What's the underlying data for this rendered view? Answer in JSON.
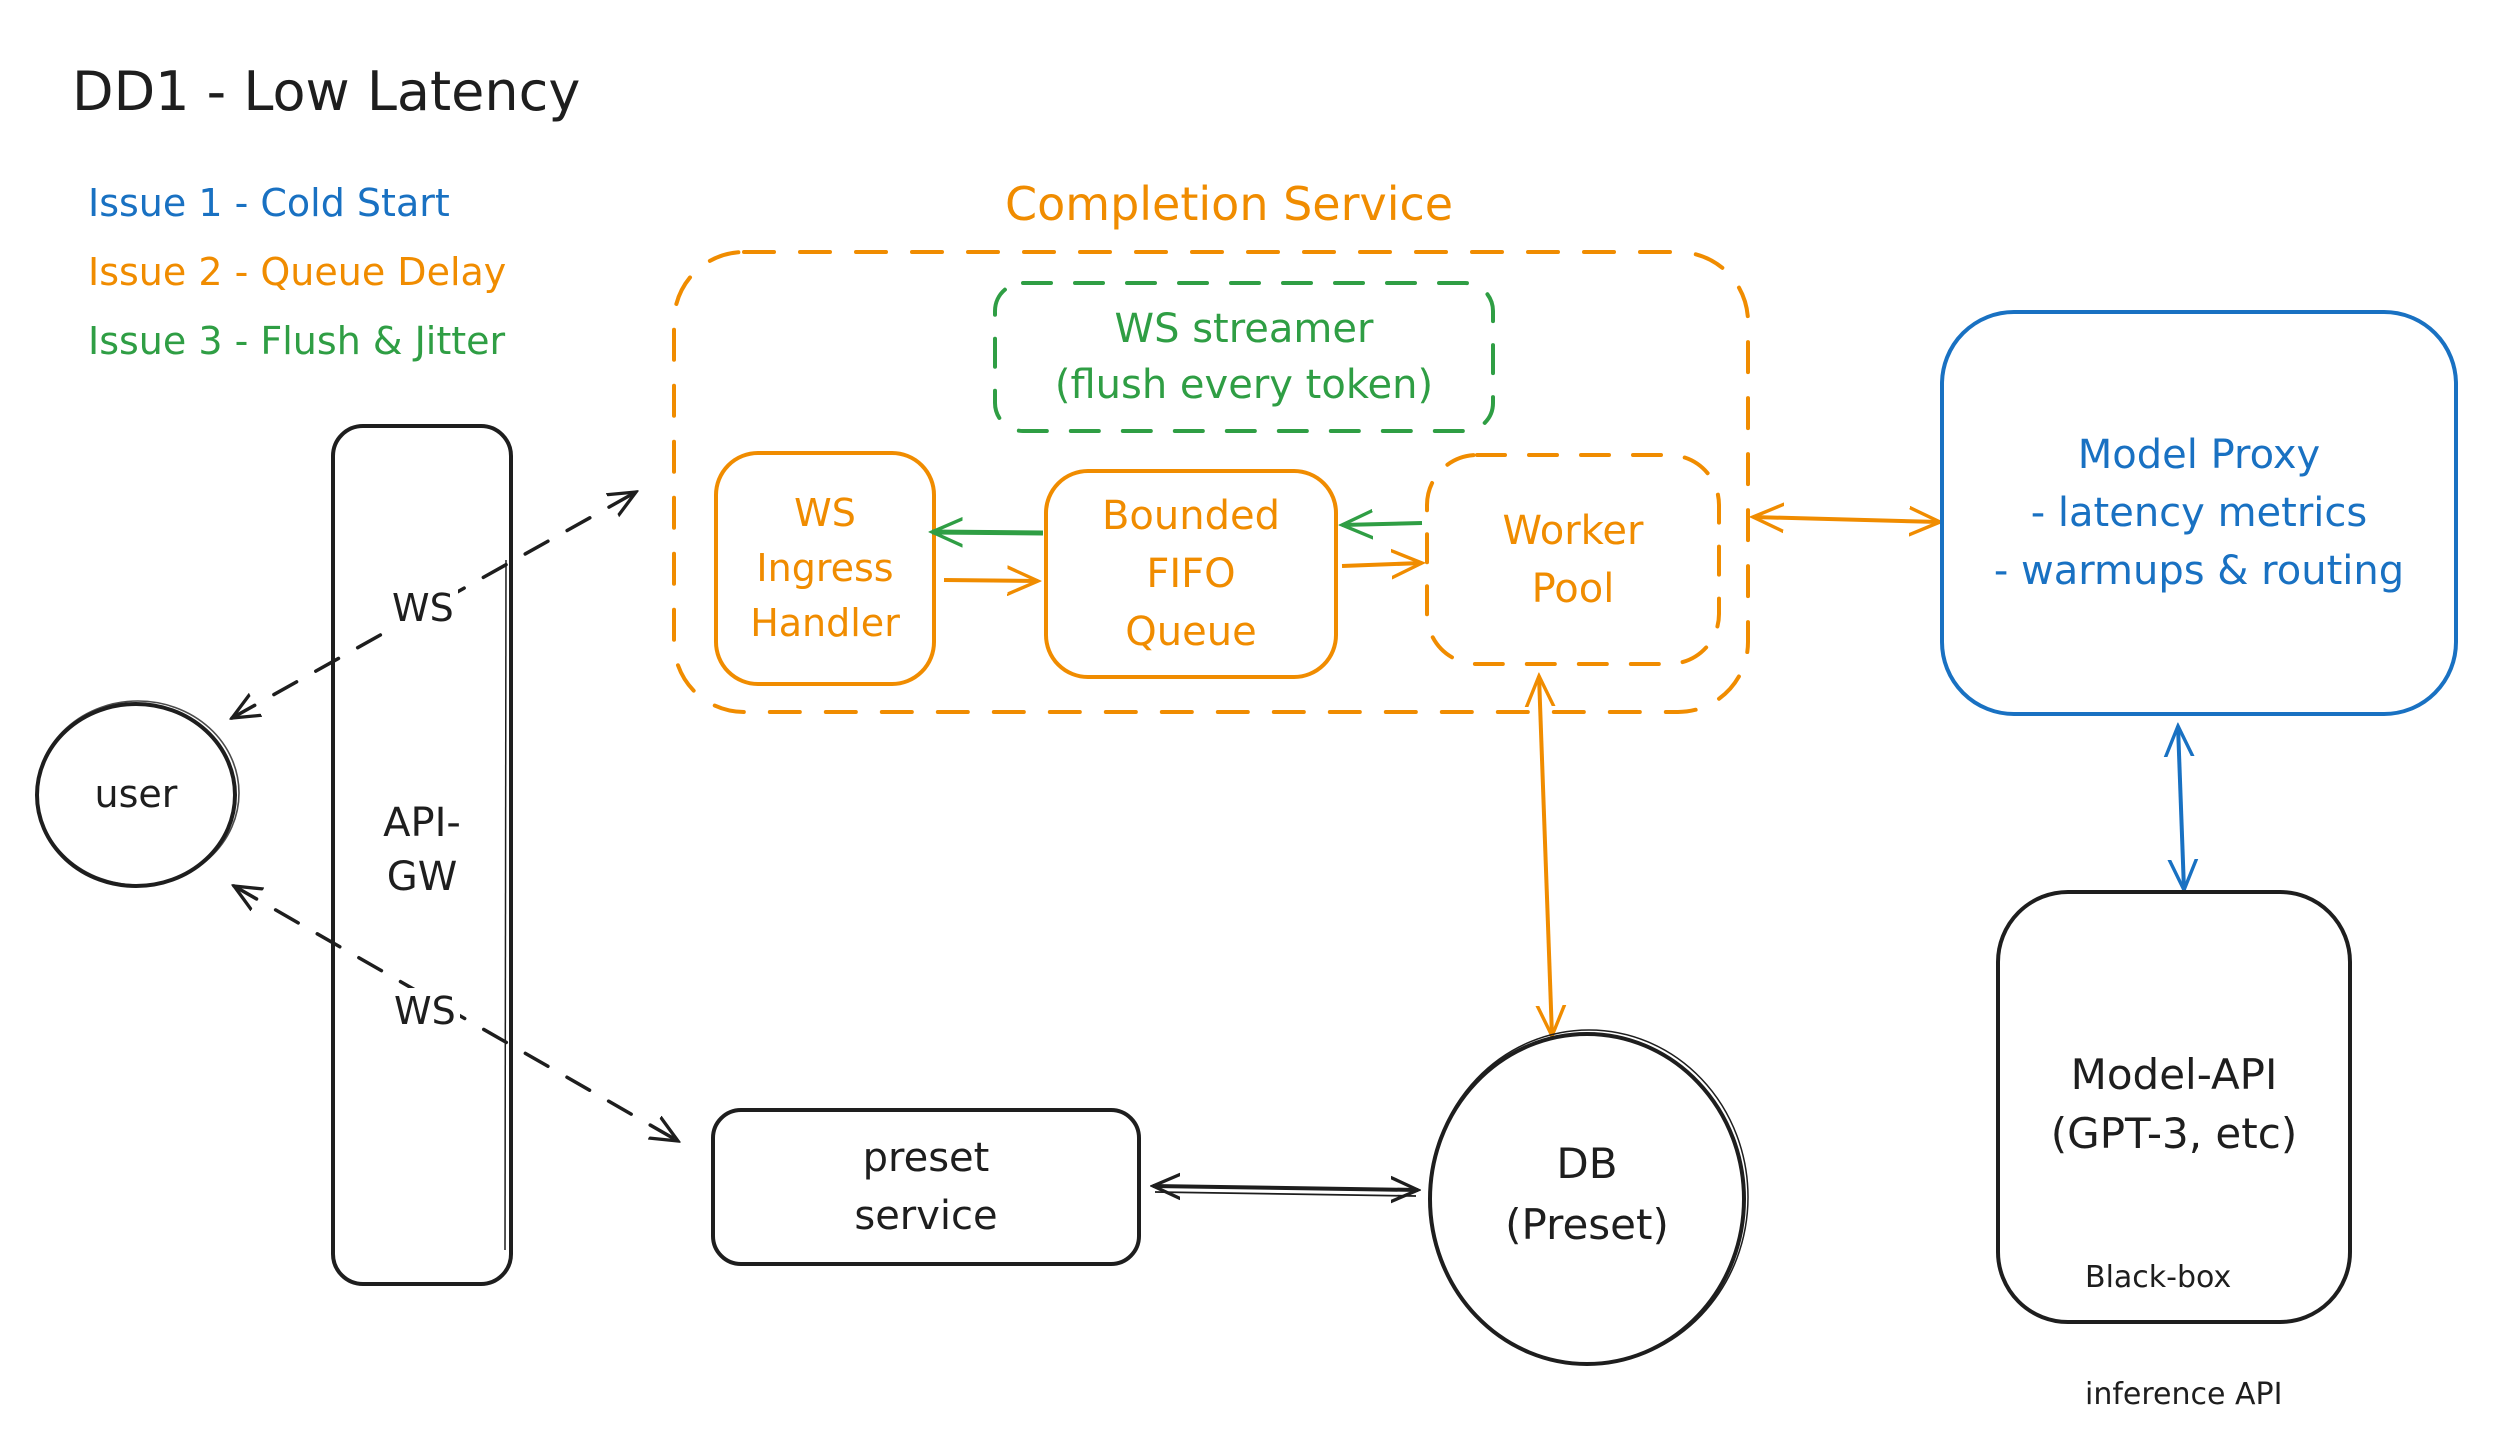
{
  "title": "DD1 - Low Latency",
  "legend": [
    {
      "label": "Issue 1 - Cold Start",
      "color": "#1971c2"
    },
    {
      "label": "Issue 2 - Queue Delay",
      "color": "#f08c00"
    },
    {
      "label": "Issue 3 - Flush & Jitter",
      "color": "#2f9e44"
    }
  ],
  "colors": {
    "ink": "#1e1e1e",
    "orange": "#f08c00",
    "blue": "#1971c2",
    "green": "#2f9e44"
  },
  "nodes": {
    "user": {
      "lines": [
        "user"
      ]
    },
    "api_gw": {
      "lines": [
        "API-",
        "GW"
      ]
    },
    "completion_service": {
      "title": "Completion Service"
    },
    "ws_streamer": {
      "lines": [
        "WS streamer",
        "(flush every token)"
      ]
    },
    "ws_ingress": {
      "lines": [
        "WS",
        "Ingress",
        "Handler"
      ]
    },
    "fifo_queue": {
      "lines": [
        "Bounded",
        "FIFO",
        "Queue"
      ]
    },
    "worker_pool": {
      "lines": [
        "Worker",
        "Pool"
      ]
    },
    "model_proxy": {
      "lines": [
        "Model Proxy",
        "- latency metrics",
        "- warmups & routing"
      ]
    },
    "model_api": {
      "lines": [
        "Model-API",
        "(GPT-3, etc)"
      ],
      "note": [
        "Black-box",
        "inference API"
      ]
    },
    "preset_service": {
      "lines": [
        "preset",
        "service"
      ]
    },
    "db": {
      "lines": [
        "DB",
        "(Preset)"
      ]
    }
  },
  "edges": {
    "ws_top_label": "WS",
    "ws_bottom_label": "WS"
  }
}
